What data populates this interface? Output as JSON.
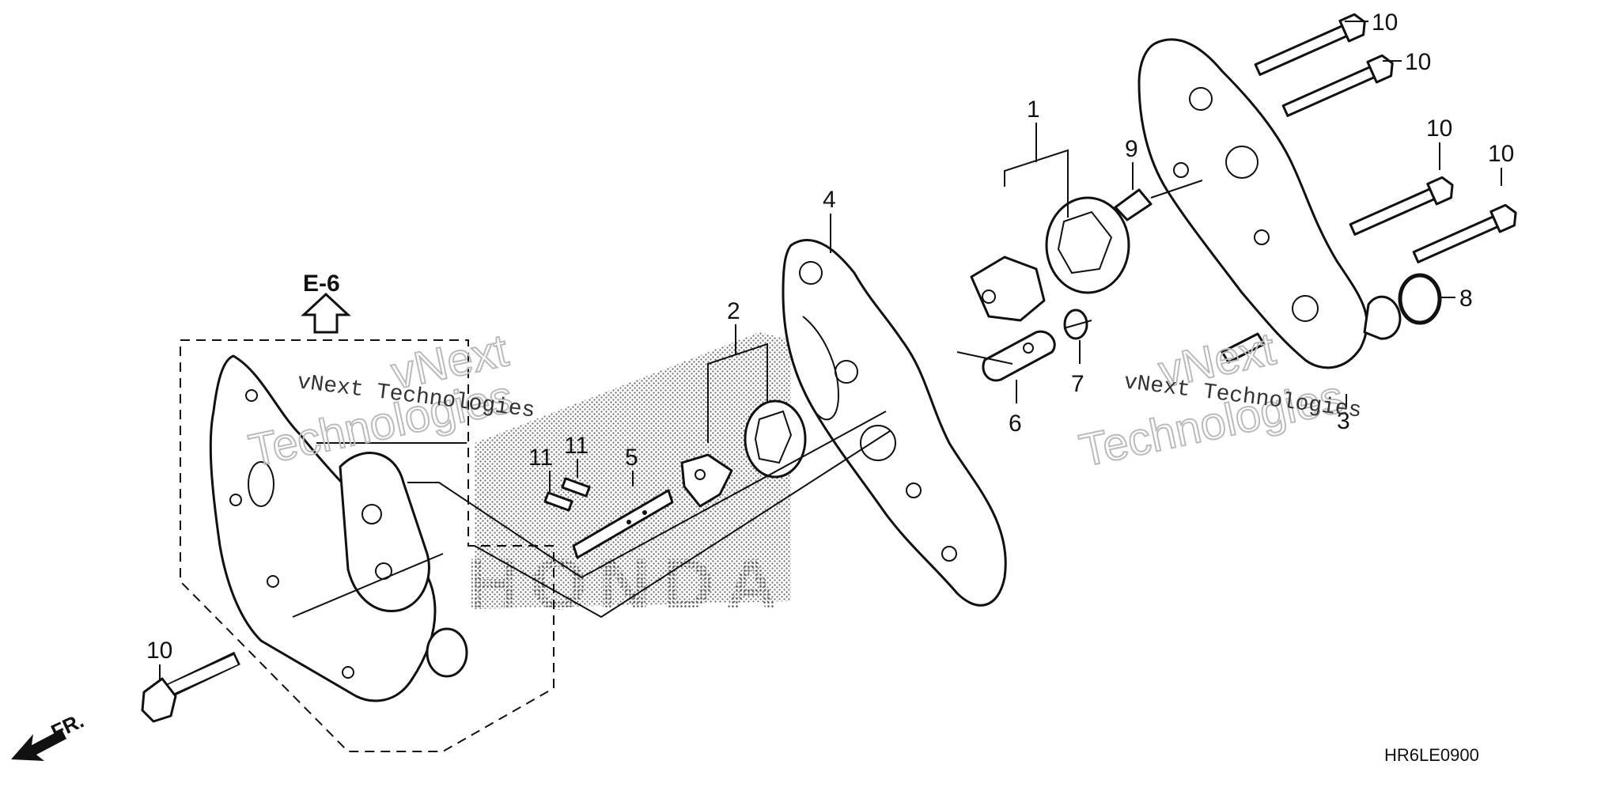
{
  "diagram": {
    "code": "HR6LE0900",
    "reference": {
      "label": "E-6"
    },
    "direction": {
      "label": "FR."
    },
    "watermarks": [
      {
        "small": "vNext Technologies",
        "big_line1": "vNext",
        "big_line2": "Technologies"
      },
      {
        "small": "vNext Technologies",
        "big_line1": "vNext",
        "big_line2": "Technologies"
      }
    ],
    "logo_text": "HONDA",
    "callouts": [
      "1",
      "2",
      "3",
      "4",
      "5",
      "6",
      "7",
      "8",
      "9",
      "10",
      "10",
      "10",
      "10",
      "10",
      "11",
      "11"
    ]
  }
}
